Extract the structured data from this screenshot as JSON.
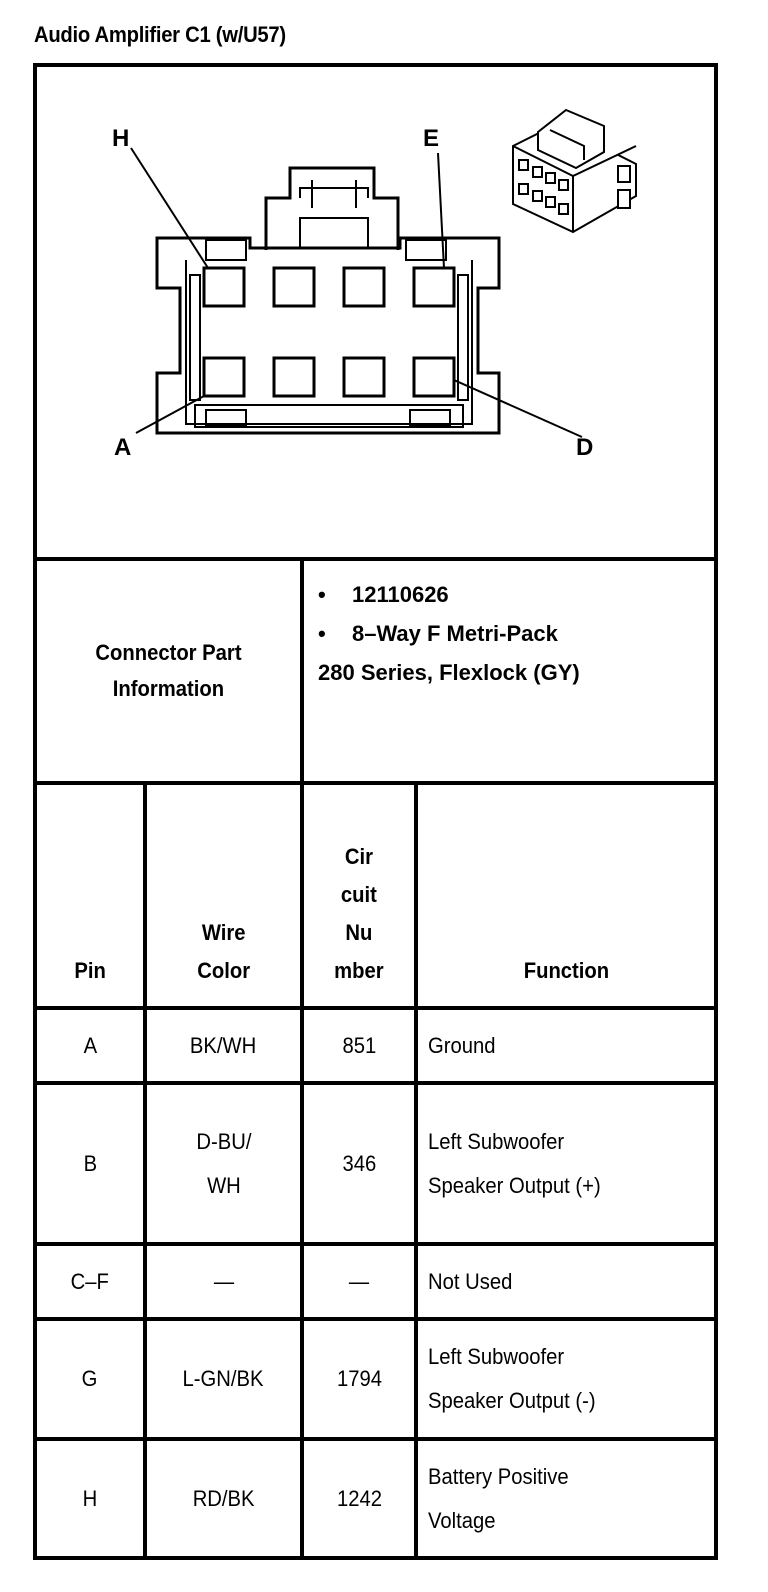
{
  "title": "Audio Amplifier C1 (w/U57)",
  "diagram": {
    "pin_labels": {
      "top_left": "H",
      "top_right": "E",
      "bottom_left": "A",
      "bottom_right": "D"
    }
  },
  "connector_info": {
    "label_line1": "Connector Part",
    "label_line2": "Information",
    "bullets": [
      "12110626",
      "8–Way F Metri-Pack"
    ],
    "continuation": "280 Series, Flexlock (GY)",
    "bullet_glyph": "•"
  },
  "table": {
    "headers": {
      "pin": "Pin",
      "wire_color": [
        "Wire",
        "Color"
      ],
      "circuit_number": [
        "Cir",
        "cuit",
        "Nu",
        "mber"
      ],
      "function": "Function"
    },
    "rows": [
      {
        "pin": "A",
        "wire_color": [
          "BK/WH"
        ],
        "circuit": "851",
        "function": [
          "Ground"
        ]
      },
      {
        "pin": "B",
        "wire_color": [
          "D-BU/",
          "WH"
        ],
        "circuit": "346",
        "function": [
          "Left Subwoofer",
          "Speaker Output (+)"
        ]
      },
      {
        "pin": "C–F",
        "wire_color": [
          "—"
        ],
        "circuit": "—",
        "function": [
          "Not Used"
        ]
      },
      {
        "pin": "G",
        "wire_color": [
          "L-GN/BK"
        ],
        "circuit": "1794",
        "function": [
          "Left Subwoofer",
          "Speaker Output (-)"
        ]
      },
      {
        "pin": "H",
        "wire_color": [
          "RD/BK"
        ],
        "circuit": "1242",
        "function": [
          "Battery Positive",
          "Voltage"
        ]
      }
    ]
  }
}
